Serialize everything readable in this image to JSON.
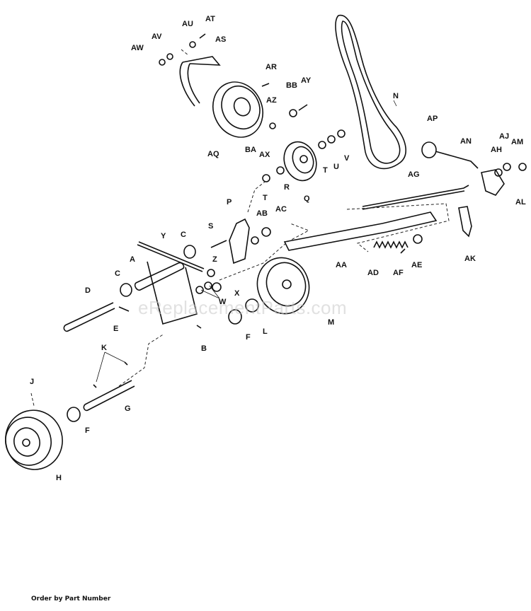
{
  "diagram": {
    "parts": [
      {
        "id": "A",
        "label": "A"
      },
      {
        "id": "B",
        "label": "B"
      },
      {
        "id": "C1",
        "label": "C"
      },
      {
        "id": "C2",
        "label": "C"
      },
      {
        "id": "D",
        "label": "D"
      },
      {
        "id": "E",
        "label": "E"
      },
      {
        "id": "F1",
        "label": "F"
      },
      {
        "id": "F2",
        "label": "F"
      },
      {
        "id": "G",
        "label": "G"
      },
      {
        "id": "H",
        "label": "H"
      },
      {
        "id": "J",
        "label": "J"
      },
      {
        "id": "K",
        "label": "K"
      },
      {
        "id": "L",
        "label": "L"
      },
      {
        "id": "M",
        "label": "M"
      },
      {
        "id": "N",
        "label": "N"
      },
      {
        "id": "P",
        "label": "P"
      },
      {
        "id": "Q",
        "label": "Q"
      },
      {
        "id": "R",
        "label": "R"
      },
      {
        "id": "S",
        "label": "S"
      },
      {
        "id": "T1",
        "label": "T"
      },
      {
        "id": "T2",
        "label": "T"
      },
      {
        "id": "U",
        "label": "U"
      },
      {
        "id": "V",
        "label": "V"
      },
      {
        "id": "W",
        "label": "W"
      },
      {
        "id": "X",
        "label": "X"
      },
      {
        "id": "Y",
        "label": "Y"
      },
      {
        "id": "Z",
        "label": "Z"
      },
      {
        "id": "AA",
        "label": "AA"
      },
      {
        "id": "AB",
        "label": "AB"
      },
      {
        "id": "AC",
        "label": "AC"
      },
      {
        "id": "AD",
        "label": "AD"
      },
      {
        "id": "AE",
        "label": "AE"
      },
      {
        "id": "AF",
        "label": "AF"
      },
      {
        "id": "AG",
        "label": "AG"
      },
      {
        "id": "AH",
        "label": "AH"
      },
      {
        "id": "AJ",
        "label": "AJ"
      },
      {
        "id": "AK",
        "label": "AK"
      },
      {
        "id": "AL",
        "label": "AL"
      },
      {
        "id": "AM",
        "label": "AM"
      },
      {
        "id": "AN",
        "label": "AN"
      },
      {
        "id": "AP",
        "label": "AP"
      },
      {
        "id": "AQ",
        "label": "AQ"
      },
      {
        "id": "AR",
        "label": "AR"
      },
      {
        "id": "AS",
        "label": "AS"
      },
      {
        "id": "AT",
        "label": "AT"
      },
      {
        "id": "AU",
        "label": "AU"
      },
      {
        "id": "AV",
        "label": "AV"
      },
      {
        "id": "AW",
        "label": "AW"
      },
      {
        "id": "AX",
        "label": "AX"
      },
      {
        "id": "AY",
        "label": "AY"
      },
      {
        "id": "AZ",
        "label": "AZ"
      },
      {
        "id": "BA",
        "label": "BA"
      },
      {
        "id": "BB",
        "label": "BB"
      }
    ],
    "watermark": "eReplacementParts.com"
  },
  "footer": {
    "text": "Order by Part Number"
  }
}
